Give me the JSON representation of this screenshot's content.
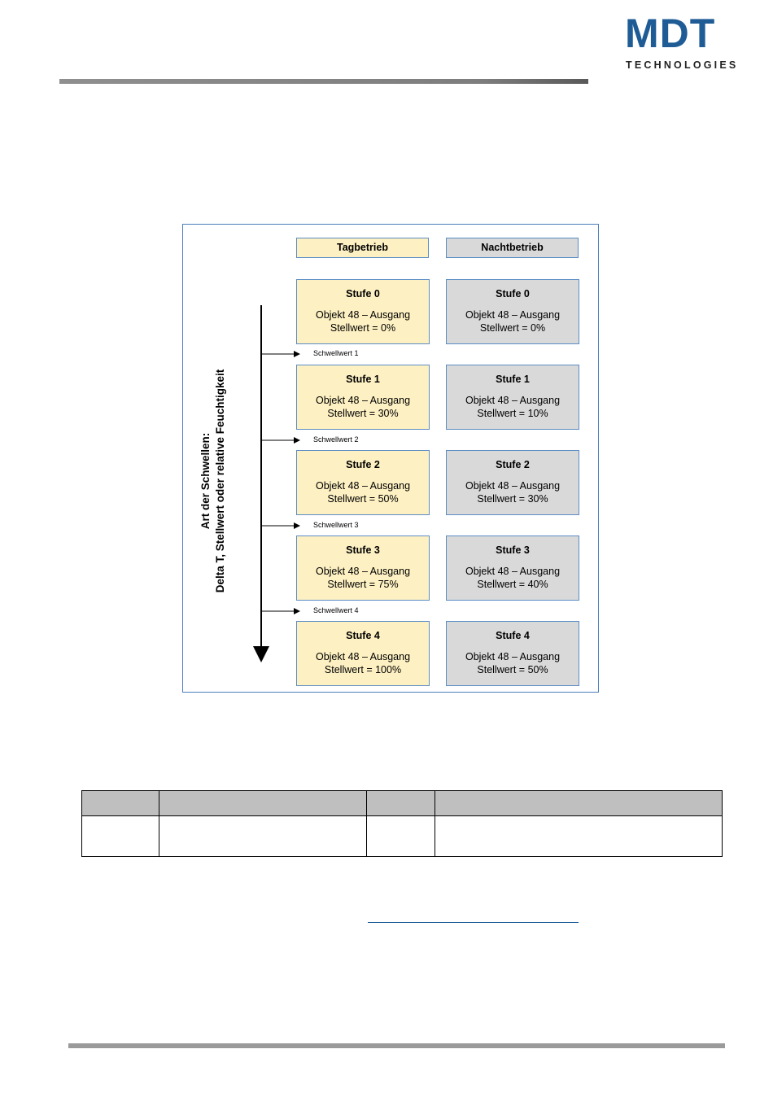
{
  "logo": {
    "wordmark": "MDT",
    "sub": "TECHNOLOGIES",
    "color": "#1f5c96"
  },
  "diagram": {
    "day_header": "Tagbetrieb",
    "night_header": "Nachtbetrieb",
    "axis_label_line1": "Art der Schwellen:",
    "axis_label_line2": "Delta T, Stellwert oder relative Feuchtigkeit",
    "thresholds": [
      "Schwellwert 1",
      "Schwellwert 2",
      "Schwellwert 3",
      "Schwellwert 4"
    ],
    "day_steps": [
      {
        "title": "Stufe 0",
        "line1": "Objekt 48 – Ausgang",
        "line2": "Stellwert = 0%"
      },
      {
        "title": "Stufe 1",
        "line1": "Objekt 48 – Ausgang",
        "line2": "Stellwert = 30%"
      },
      {
        "title": "Stufe 2",
        "line1": "Objekt 48 – Ausgang",
        "line2": "Stellwert = 50%"
      },
      {
        "title": "Stufe 3",
        "line1": "Objekt 48 – Ausgang",
        "line2": "Stellwert = 75%"
      },
      {
        "title": "Stufe 4",
        "line1": "Objekt 48 – Ausgang",
        "line2": "Stellwert = 100%"
      }
    ],
    "night_steps": [
      {
        "title": "Stufe 0",
        "line1": "Objekt 48 – Ausgang",
        "line2": "Stellwert = 0%"
      },
      {
        "title": "Stufe 1",
        "line1": "Objekt 48 – Ausgang",
        "line2": "Stellwert = 10%"
      },
      {
        "title": "Stufe 2",
        "line1": "Objekt 48 – Ausgang",
        "line2": "Stellwert = 30%"
      },
      {
        "title": "Stufe 3",
        "line1": "Objekt 48 – Ausgang",
        "line2": "Stellwert = 40%"
      },
      {
        "title": "Stufe 4",
        "line1": "Objekt 48 – Ausgang",
        "line2": "Stellwert = 50%"
      }
    ],
    "colors": {
      "day": "#fdf0c2",
      "night": "#d9d9d9",
      "border": "#5b8dc4"
    }
  },
  "table": {
    "header_color": "#bfbfbf"
  }
}
